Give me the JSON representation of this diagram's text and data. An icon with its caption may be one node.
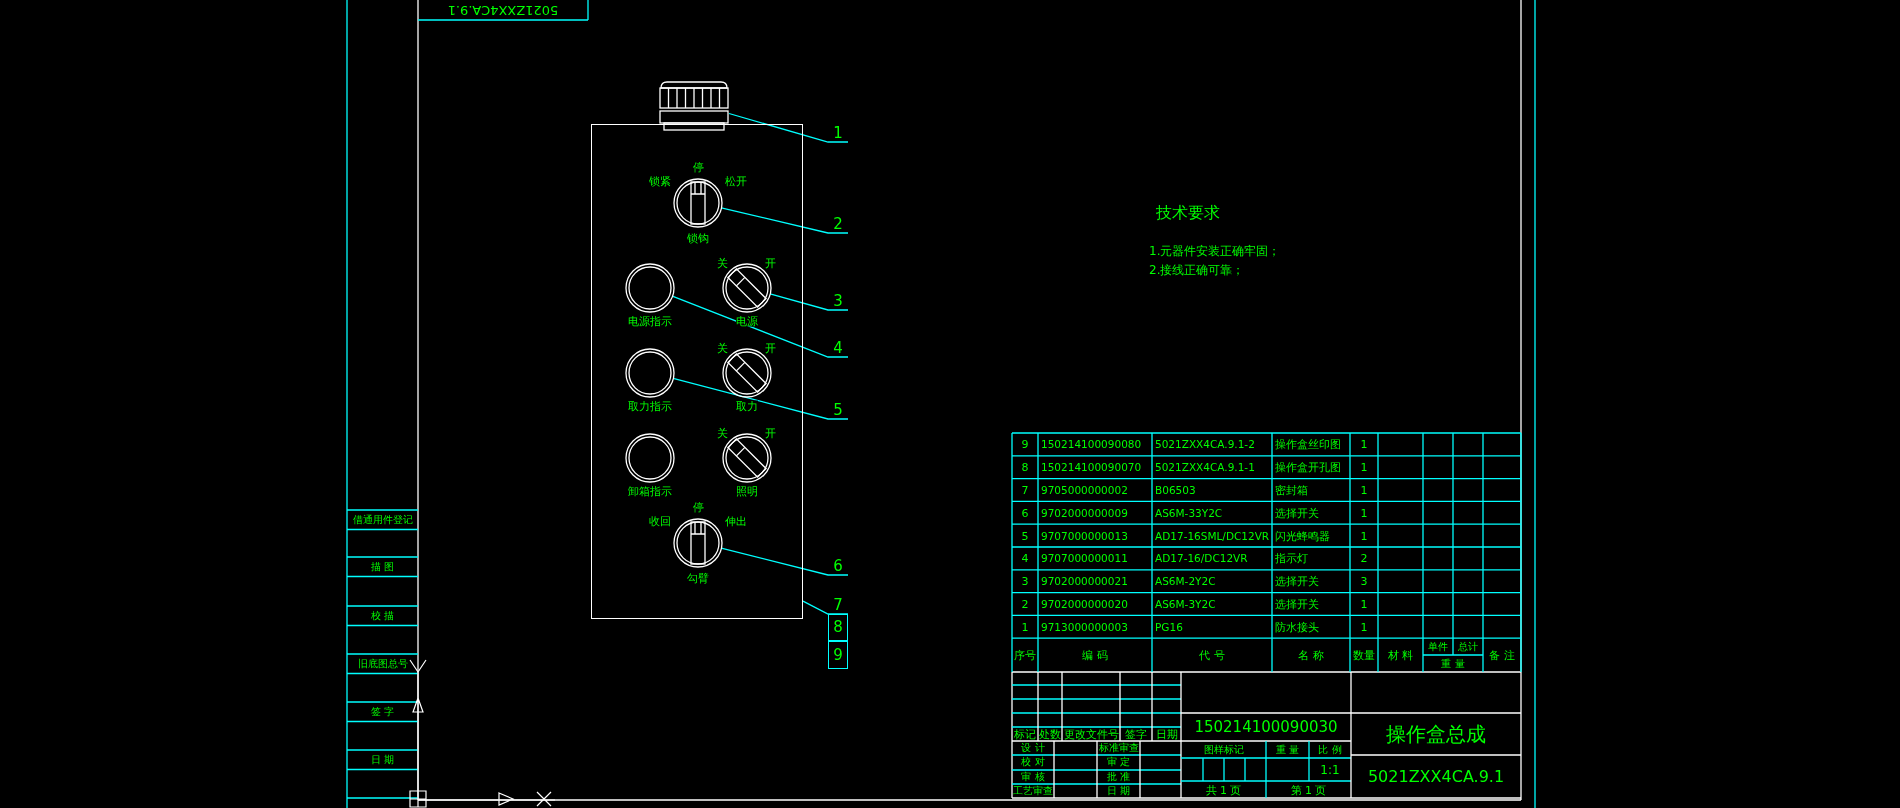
{
  "diagram": {
    "nodes": [
      {
        "text": [],
        "shape": "box"
      },
      {
        "text": [],
        "shape": "picture"
      },
      {
        "text": [],
        "shape": "circle",
        "in": 0,
        "beside": [
          "锁紧",
          "停",
          "松开",
          "锁钩"
        ]
      },
      {
        "text": [],
        "shape": "circle",
        "in": 0,
        "beside": [
          "电源指示"
        ]
      },
      {
        "text": [],
        "shape": "circle",
        "in": 0,
        "beside": [
          "关",
          "开",
          "电源"
        ]
      },
      {
        "text": [],
        "shape": "circle",
        "in": 0,
        "beside": [
          "取力指示"
        ]
      },
      {
        "text": [],
        "shape": "circle",
        "in": 0,
        "beside": [
          "关",
          "开",
          "取力"
        ]
      },
      {
        "text": [],
        "shape": "circle",
        "in": 0,
        "beside": [
          "卸箱指示"
        ]
      },
      {
        "text": [],
        "shape": "circle",
        "in": 0,
        "beside": [
          "关",
          "开",
          "照明"
        ]
      },
      {
        "text": [],
        "shape": "circle",
        "in": 0,
        "beside": [
          "收回",
          "停",
          "伸出",
          "勾臂"
        ]
      },
      {
        "text": [
          "1"
        ]
      },
      {
        "text": [
          "2"
        ]
      },
      {
        "text": [
          "3"
        ]
      },
      {
        "text": [
          "4"
        ]
      },
      {
        "text": [
          "5"
        ]
      },
      {
        "text": [
          "6"
        ]
      },
      {
        "text": [
          "7"
        ]
      },
      {
        "text": [
          "8"
        ]
      },
      {
        "text": [
          "9"
        ]
      }
    ],
    "edges": [
      {
        "from": 10,
        "to": 1,
        "arrow": "none"
      },
      {
        "from": 11,
        "to": 2,
        "arrow": "none"
      },
      {
        "from": 12,
        "to": 4,
        "arrow": "none"
      },
      {
        "from": 13,
        "to": 3,
        "arrow": "none"
      },
      {
        "from": 14,
        "to": 5,
        "arrow": "none"
      },
      {
        "from": 15,
        "to": 9,
        "arrow": "none"
      },
      {
        "from": 16,
        "to": 0,
        "arrow": "none"
      }
    ],
    "labels": [
      "5021ZXX4CA.9.1",
      "借通用件登记",
      "描 图",
      "校 描",
      "旧底图总号",
      "签 字",
      "日 期",
      "技术要求",
      "1.元器件安装正确牢固；",
      "2.接线正确可靠；",
      "9",
      "150214100090080",
      "5021ZXX4CA.9.1-2",
      "操作盒丝印图",
      "1",
      "8",
      "150214100090070",
      "5021ZXX4CA.9.1-1",
      "操作盒开孔图",
      "1",
      "7",
      "9705000000002",
      "B06503",
      "密封箱",
      "1",
      "6",
      "9702000000009",
      "AS6M-33Y2C",
      "选择开关",
      "1",
      "5",
      "9707000000013",
      "AD17-16SML/DC12VR",
      "闪光蜂鸣器",
      "1",
      "4",
      "9707000000011",
      "AD17-16/DC12VR",
      "指示灯",
      "2",
      "3",
      "9702000000021",
      "AS6M-2Y2C",
      "选择开关",
      "3",
      "2",
      "9702000000020",
      "AS6M-3Y2C",
      "选择开关",
      "1",
      "1",
      "9713000000003",
      "PG16",
      "防水接头",
      "1",
      "序号",
      "编 码",
      "代 号",
      "名 称",
      "数量",
      "材 料",
      "单件",
      "总计",
      "重 量",
      "备 注",
      "标记",
      "处数",
      "更改文件号",
      "签字",
      "日期",
      "设 计",
      "标准审查",
      "校 对",
      "审 定",
      "审 核",
      "批 准",
      "工艺审查",
      "日 期",
      "150214100090030",
      "操作盒总成",
      "图样标记",
      "重 量",
      "比 例",
      "1:1",
      "共 1 页",
      "第 1 页",
      "5021ZXX4CA.9.1"
    ]
  }
}
